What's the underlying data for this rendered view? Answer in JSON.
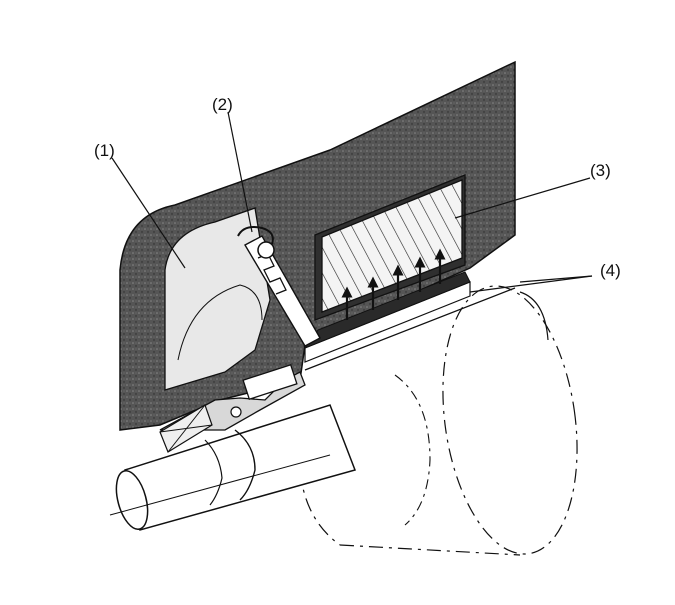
{
  "labels": [
    "(1)",
    "(2)",
    "(3)",
    "(4)"
  ],
  "colors": {
    "ink": "#111111",
    "housing": "#5a5a5a",
    "dark": "#3a3a3a",
    "light": "#e6e6e6",
    "paper": "#ffffff"
  }
}
